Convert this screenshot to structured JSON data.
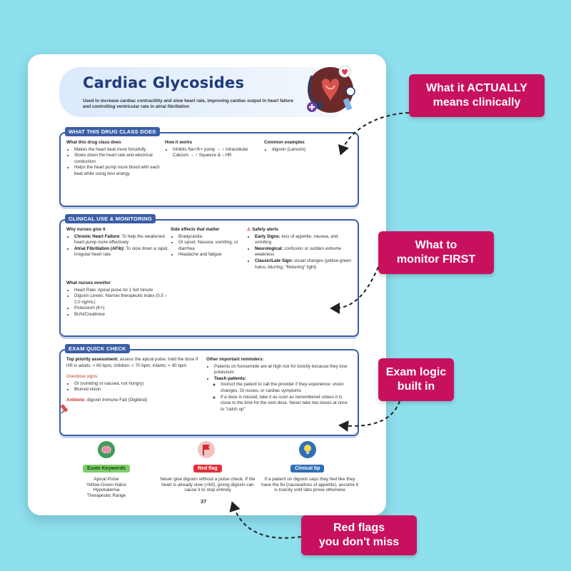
{
  "header": {
    "title": "Cardiac Glycosides",
    "subtitle": "Used to increase cardiac contractility and slow heart rate, improving cardiac output in heart failure and controlling ventricular rate in atrial fibrillation"
  },
  "section1": {
    "tag": "WHAT THIS DRUG CLASS DOES",
    "col1_title": "What this drug class does",
    "col1_items": [
      "Makes the heart beat more forcefully",
      "Slows down the heart rate and electrical conduction",
      "Helps the heart pump more blood with each beat while using less energy"
    ],
    "col2_title": "How it works",
    "col2_items": [
      "Inhibits Na+/K+ pump → ↑ intracellular Calcium → ↑ Squeeze & ↓ HR"
    ],
    "col3_title": "Common examples",
    "col3_items": [
      "digoxin (Lanoxin)"
    ]
  },
  "section2": {
    "tag": "CLINICAL USE & MONITORING",
    "why_title": "Why nurses give it",
    "why_items": [
      {
        "bold": "Chronic Heart Failure:",
        "text": " To help the weakened heart pump more effectively"
      },
      {
        "bold": "Atrial Fibrillation (AFib):",
        "text": " To slow down a rapid, irregular heart rate"
      }
    ],
    "side_title": "Side effects that matter",
    "side_items": [
      "Bradycardia",
      "GI upset: Nausea, vomiting, or diarrhea",
      "Headache and fatigue"
    ],
    "safety_title": "Safety alerts",
    "safety_items": [
      {
        "bold": "Early Signs:",
        "text": " loss of appetite, nausea, and vomiting"
      },
      {
        "bold": "Neurological:",
        "text": " confusion or sudden extreme weakness"
      },
      {
        "bold": "Classic/Late Sign:",
        "text": " visual changes (yellow-green halos, blurring, \"flickering\" light)"
      }
    ],
    "monitor_title": "What nurses monitor",
    "monitor_items": [
      "Heart Rate: Apical pulse for 1 full minute",
      "Digoxin Levels: Narrow therapeutic index (0.5 – 2.0 ng/mL)",
      "Potassium (K+)",
      "BUN/Creatinine"
    ]
  },
  "section3": {
    "tag": "EXAM QUICK CHECK",
    "priority_bold": "Top priority assessment:",
    "priority_text": " assess the apical pulse, hold the dose if HR is adults: < 60 bpm, children: < 70 bpm, infants: < 90 bpm",
    "overdose_title": "Overdose signs:",
    "overdose_items": [
      "GI (vomiting or nausea, not hungry)",
      "Blurred vision"
    ],
    "antidote_bold": "Antidote:",
    "antidote_text": " digoxin Immune Fab (Digibind)",
    "other_title": "Other important reminders:",
    "other_item1": "Patients on furosemide are at high risk for toxicity because they lose potassium",
    "teach_title": "Teach patients:",
    "teach_items": [
      "Instruct the patient to call the provider if they experience: vision changes, GI issues, or cardiac symptoms",
      "If a dose is missed, take it as soon as remembered unless it is close to the time for the next dose. Never take two doses at once to \"catch up\""
    ]
  },
  "bottom": {
    "keywords_label": "Exam Keywords",
    "keywords": [
      "Apical Pulse",
      "Yellow-Green Halos",
      "Hypokalemia",
      "Therapeutic Range"
    ],
    "redflag_label": "Red flag",
    "redflag_text": "Never give digoxin without a pulse check. If the heart is already slow (<60), giving digoxin can cause it to stop entirely",
    "tip_label": "Clinical tip",
    "tip_text": "If a patient on digoxin says they feel like they have the flu (nausea/loss of appetite), assume it is toxicity until labs prove otherwise",
    "page_number": "37"
  },
  "callouts": {
    "c1": "What it ACTUALLY\nmeans clinically",
    "c2": "What to\nmonitor FIRST",
    "c3": "Exam logic\nbuilt in",
    "c4": "Red flags\nyou don't miss"
  },
  "colors": {
    "background": "#8fe0ee",
    "accent_blue": "#3a5ea6",
    "callout_magenta": "#c8115e",
    "title_navy": "#1f3b7a"
  }
}
